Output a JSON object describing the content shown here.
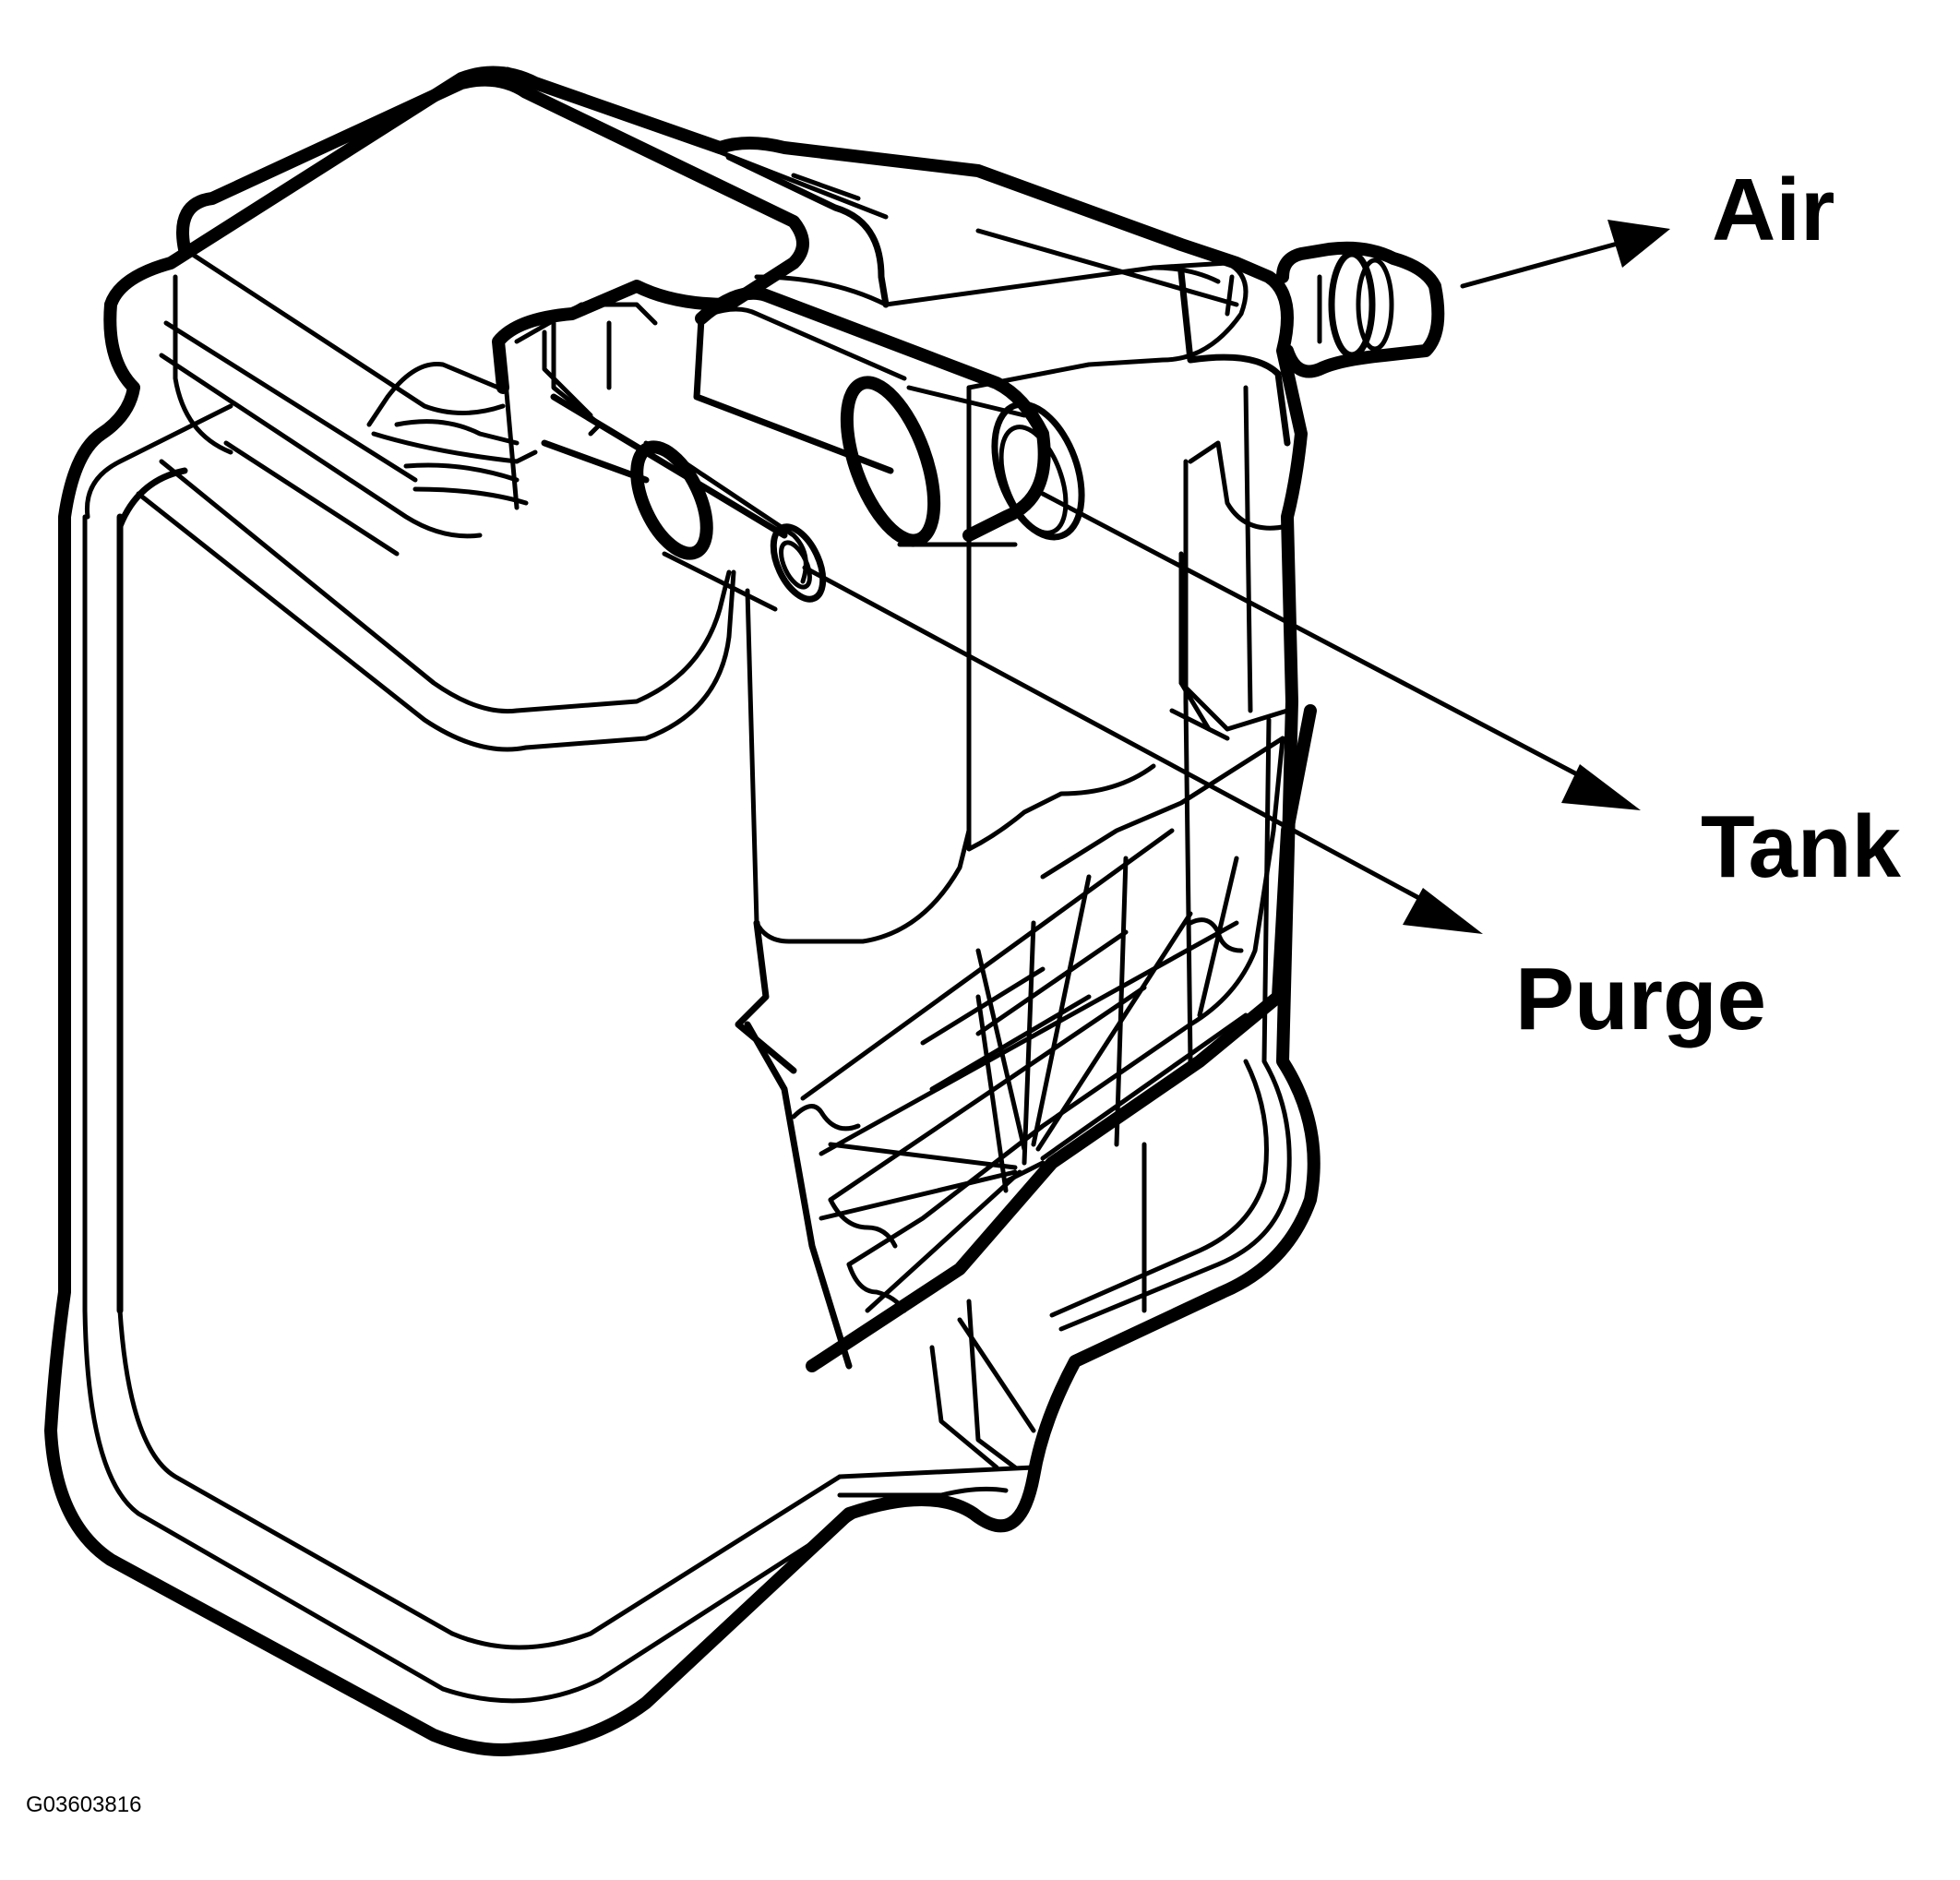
{
  "labels": {
    "air": "Air",
    "tank": "Tank",
    "purge": "Purge"
  },
  "figure_id": "G03603816",
  "colors": {
    "ink": "#000000",
    "background": "#ffffff"
  }
}
